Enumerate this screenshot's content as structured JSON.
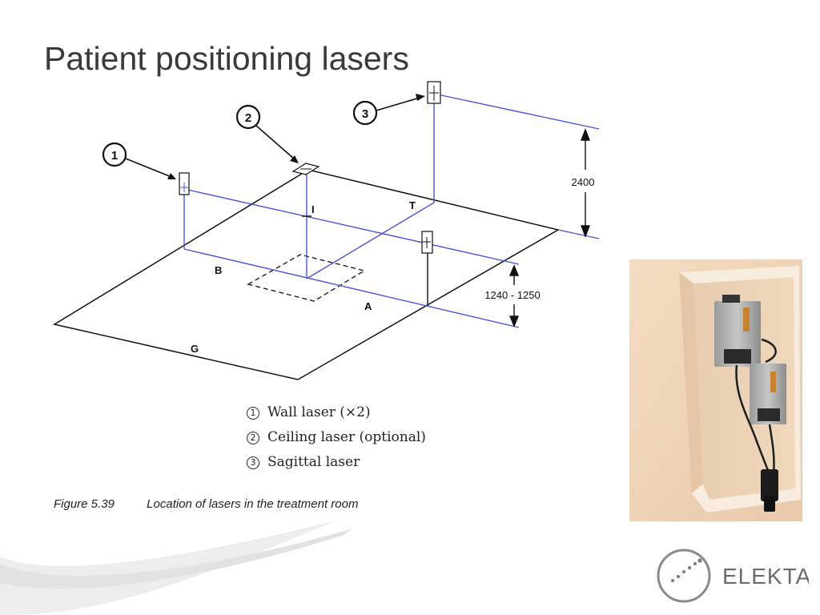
{
  "slide": {
    "title": "Patient positioning lasers"
  },
  "diagram": {
    "callouts": [
      "1",
      "2",
      "3"
    ],
    "points": {
      "I": "I",
      "T": "T",
      "B": "B",
      "A": "A",
      "G": "G"
    },
    "dimensions": {
      "ceiling_height": "2400",
      "isocenter_height": "1240 - 1250"
    },
    "line_color": "#4a55d6"
  },
  "legend": {
    "items": [
      {
        "num": "1",
        "text": "Wall laser (×2)"
      },
      {
        "num": "2",
        "text": "Ceiling laser (optional)"
      },
      {
        "num": "3",
        "text": "Sagittal laser"
      }
    ]
  },
  "caption": {
    "figure": "Figure 5.39",
    "text": "Location of lasers in the treatment room"
  },
  "brand": {
    "name": "ELEKTA",
    "color": "#6b6b6b"
  }
}
